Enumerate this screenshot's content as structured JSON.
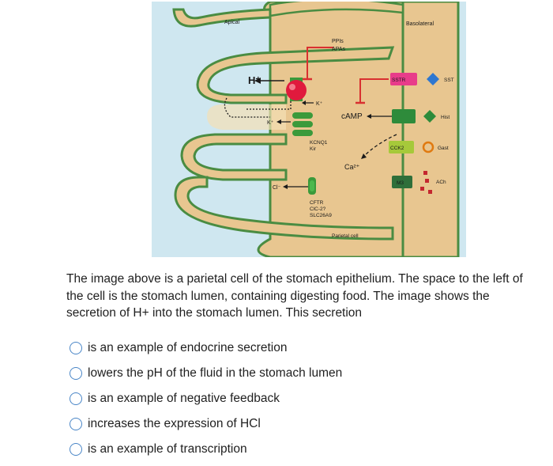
{
  "figure": {
    "apical": "Apical",
    "basolateral": "Basolateral",
    "parietal_cell": "Parietal cell",
    "h_plus": "H⁺",
    "ppis": "PPIs",
    "apas": "APAs",
    "k_plus_top": "K⁺",
    "k_plus_left": "K⁺",
    "kcnq1": "KCNQ1",
    "kir": "Kir",
    "camp": "cAMP",
    "ca2": "Ca²⁺",
    "cl_minus": "Cl⁻",
    "cftr": "CFTR",
    "clc2": "ClC-2?",
    "slc26a9": "SLC26A9",
    "sstr": "SSTR",
    "sst": "SST",
    "hist": "Hist",
    "cck2": "CCK2",
    "gast": "Gast",
    "m3": "M3",
    "ach": "ACh",
    "colors": {
      "background": "#cfe7f0",
      "cell_fill": "#e8c690",
      "cell_border": "#4a8c42",
      "canaliculus": "#f3dfb5",
      "pump": "#e01a3d",
      "channel": "#3b9a3b",
      "receptor_sstr": "#e83c8a",
      "receptor_hist": "#2e8b3b",
      "receptor_cck2": "#a6c93a",
      "receptor_m3": "#2f6f3a",
      "signal_red": "#d93030",
      "ligand_blue": "#2e77d0",
      "ligand_orange": "#e07a10",
      "ligand_red": "#c4262e"
    }
  },
  "question": "The image above is a parietal cell of the stomach epithelium. The space to the left of the cell is the stomach lumen, containing digesting food. The image shows the secretion of H+ into the stomach lumen. This secretion",
  "options": [
    "is an example of endocrine secretion",
    "lowers the pH of the fluid in the stomach lumen",
    "is an example of negative feedback",
    "increases the expression of HCl",
    "is an example of transcription"
  ]
}
